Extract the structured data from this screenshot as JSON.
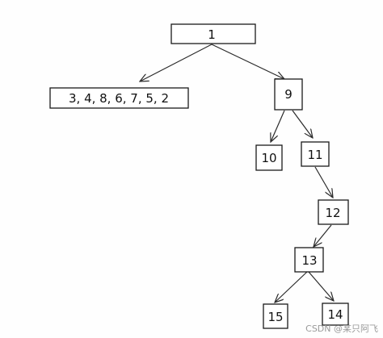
{
  "nodes": {
    "root": "1",
    "list": "3, 4, 8, 6, 7, 5, 2",
    "n9": "9",
    "n10": "10",
    "n11": "11",
    "n12": "12",
    "n13": "13",
    "n14": "14",
    "n15": "15"
  },
  "watermark": "CSDN @某只阿飞"
}
